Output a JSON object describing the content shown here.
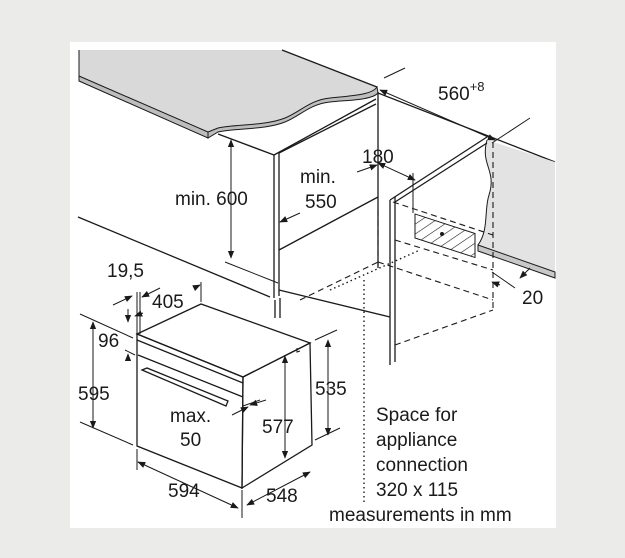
{
  "title": "Built-in oven installation dimensions",
  "colors": {
    "background": "#ebebe9",
    "panel": "#ffffff",
    "countertop": "#d9d9d9",
    "countertop_edge": "#bdbdbd",
    "line": "#1a1a1a"
  },
  "dimensions": {
    "niche_width": "560",
    "niche_width_tolerance": "+8",
    "rear_gap": "180",
    "min_depth_label": "min.",
    "min_depth_value": "550",
    "min_height": "min. 600",
    "offset": "19,5",
    "depth_405": "405",
    "panel_96": "96",
    "height_595": "595",
    "max_label": "max.",
    "max_value": "50",
    "height_577": "577",
    "height_535": "535",
    "width_594": "594",
    "depth_548": "548",
    "gap_20": "20"
  },
  "notes": {
    "connection_line1": "Space for",
    "connection_line2": "appliance",
    "connection_line3": "connection",
    "connection_line4": "320 x 115",
    "units": "measurements in mm"
  }
}
